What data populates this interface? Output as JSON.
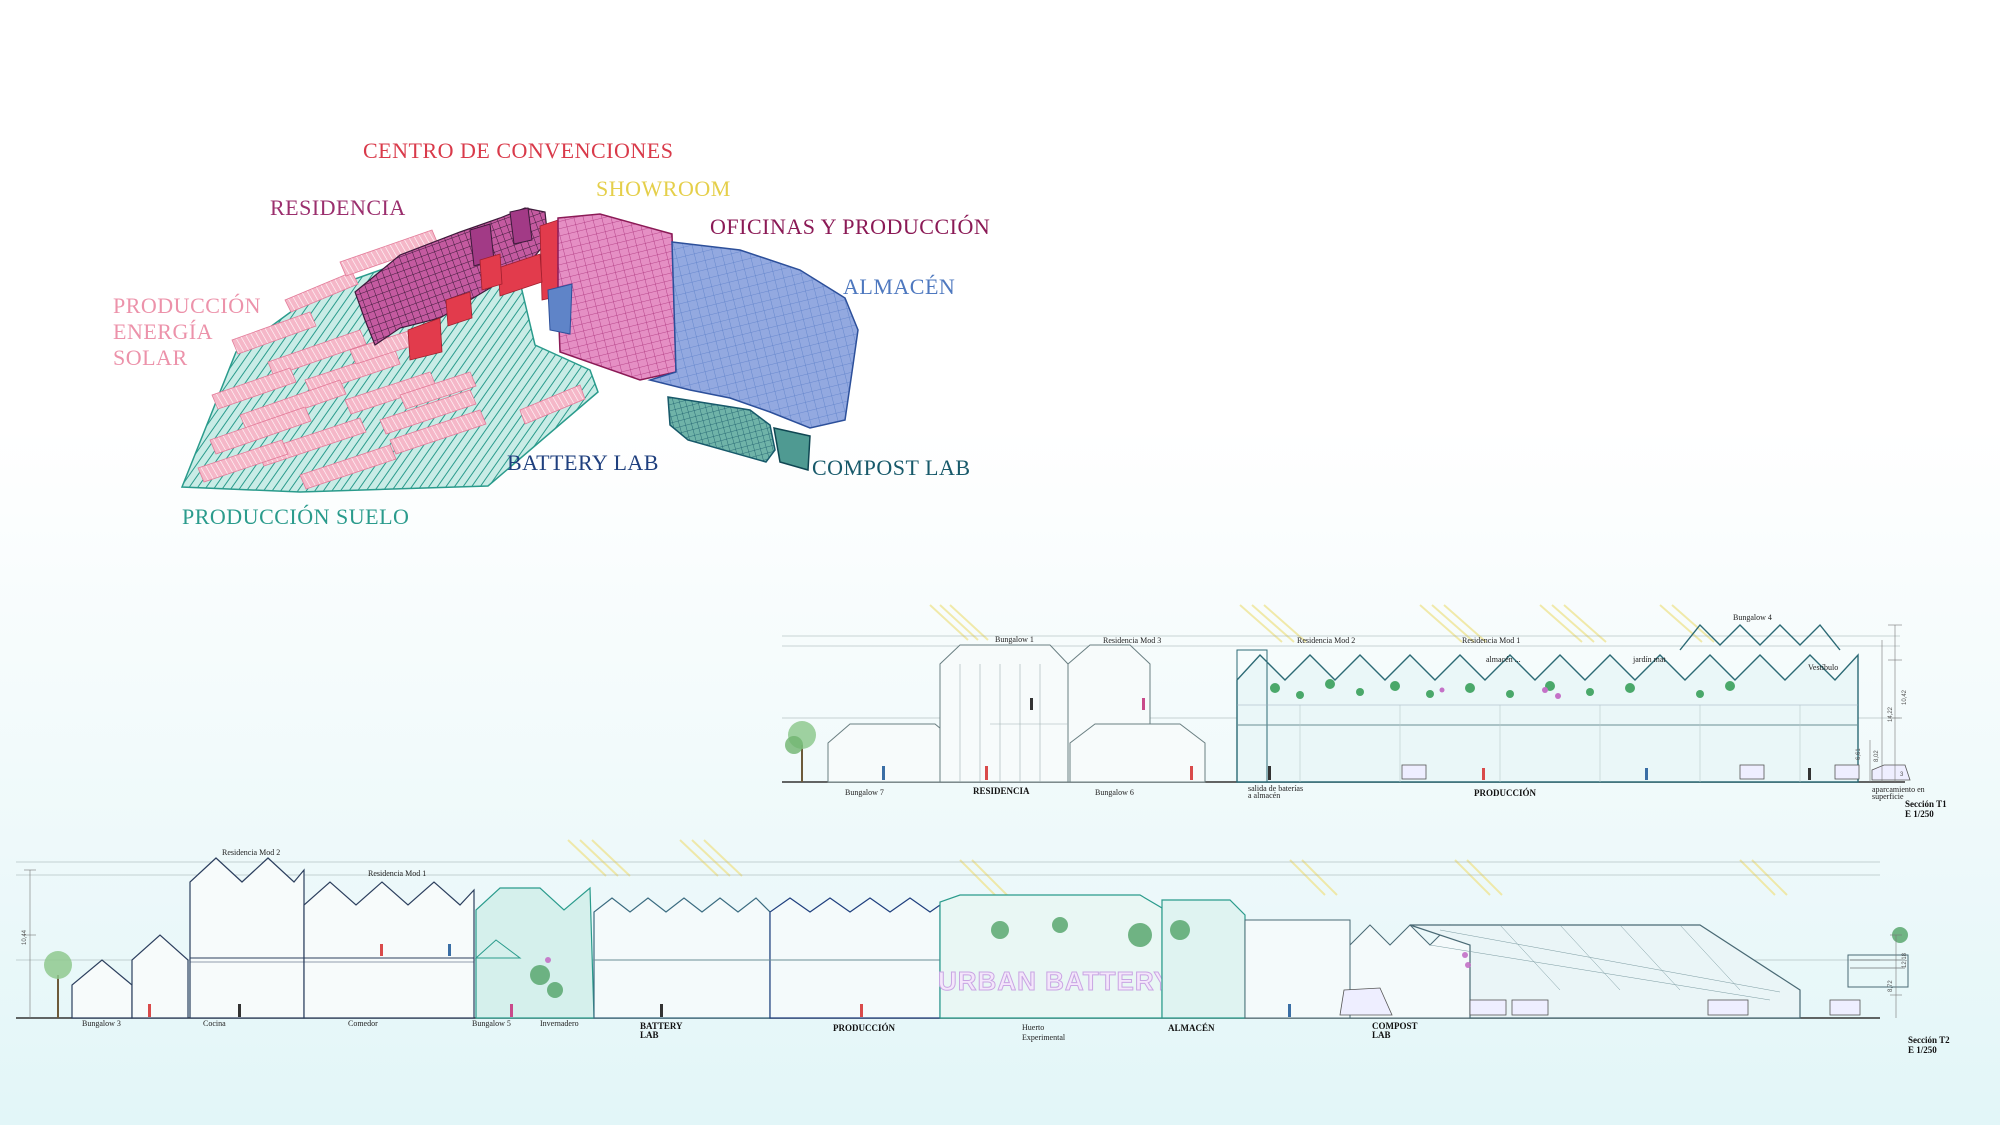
{
  "colors": {
    "convenciones": "#d93a4a",
    "residencia": "#9b2f6e",
    "showroom": "#e5cf4a",
    "oficinas": "#8b1a56",
    "almacen": "#4e78bf",
    "solar": "#ec92aa",
    "battery": "#1f3f7e",
    "compost": "#17596a",
    "suelo": "#2a9b8c"
  },
  "zones": {
    "convenciones": "CENTRO DE CONVENCIONES",
    "residencia": "RESIDENCIA",
    "showroom": "SHOWROOM",
    "oficinas": "OFICINAS Y PRODUCCIÓN",
    "almacen": "ALMACÉN",
    "solar": [
      "PRODUCCIÓN",
      "ENERGÍA",
      "SOLAR"
    ],
    "battery": "BATTERY LAB",
    "compost": "COMPOST LAB",
    "suelo": "PRODUCCIÓN SUELO"
  },
  "section_t1": {
    "title": "Sección T1",
    "scale": "E 1/250",
    "labels": {
      "bungalow7": "Bungalow 7",
      "residencia": "RESIDENCIA",
      "bungalow6": "Bungalow 6",
      "salida_line1": "salida de baterías",
      "salida_line2": "a almacén",
      "produccion": "PRODUCCIÓN",
      "aparc_line1": "aparcamiento en",
      "aparc_line2": "superficie"
    },
    "roof_labels": {
      "bungalow1": "Bungalow 1",
      "residencia_mod3": "Residencia Mod 3",
      "residencia_mod2": "Residencia Mod 2",
      "residencia_mod1": "Residencia Mod 1",
      "bungalow4": "Bungalow 4",
      "jardin": "jardín mat",
      "vestibulo": "Vestíbulo",
      "almacen": "almacén ..."
    },
    "dims": [
      "10,42",
      "14,22",
      "8,02",
      "6,61",
      "3"
    ]
  },
  "section_t2": {
    "title": "Sección T2",
    "scale": "E 1/250",
    "labels": {
      "bungalow3": "Bungalow 3",
      "cocina": "Cocina",
      "comedor": "Comedor",
      "bungalow5": "Bungalow 5",
      "invernadero": "Invernadero",
      "battery_line1": "BATTERY",
      "battery_line2": "LAB",
      "produccion": "PRODUCCIÓN",
      "huerto_line1": "Huerto",
      "huerto_line2": "Experimental",
      "almacen": "ALMACÉN",
      "compost_line1": "COMPOST",
      "compost_line2": "LAB"
    },
    "roof_labels": {
      "residencia_mod2": "Residencia Mod 2",
      "residencia_mod1": "Residencia Mod 1"
    },
    "mural": "URBAN BATTERY",
    "dims": [
      "10,44",
      "12,18",
      "8,72"
    ]
  }
}
